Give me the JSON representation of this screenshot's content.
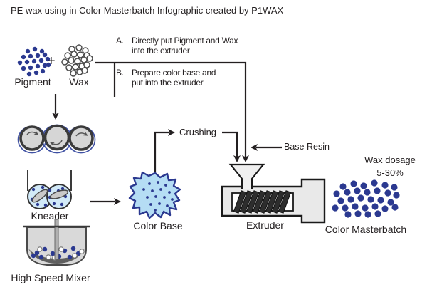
{
  "title": "PE wax using in Color Masterbatch Infographic created by P1WAX",
  "materials": {
    "pigment": "Pigment",
    "plus": "+",
    "wax": "Wax"
  },
  "steps": {
    "a": {
      "marker": "A.",
      "line1": "Directly put Pigment and Wax",
      "line2": "into the extruder"
    },
    "b": {
      "marker": "B.",
      "line1": "Prepare color base and",
      "line2": "put into the extruder"
    }
  },
  "labels": {
    "kneader": "Kneader",
    "high_speed_mixer": "High Speed Mixer",
    "color_base": "Color Base",
    "crushing": "Crushing",
    "base_resin": "Base Resin",
    "extruder": "Extruder",
    "color_masterbatch": "Color Masterbatch"
  },
  "annotation": {
    "wax_dosage_title": "Wax dosage",
    "wax_dosage_range": "5-30%"
  },
  "colors": {
    "pigment_blue": "#2b3990",
    "color_base_fill": "#b5ddf4",
    "kneader_fill": "#d2eaf8",
    "equipment_gray": "#d9d9d9",
    "line_color": "#231f20",
    "roller_ring_blue": "#3f51a3"
  }
}
